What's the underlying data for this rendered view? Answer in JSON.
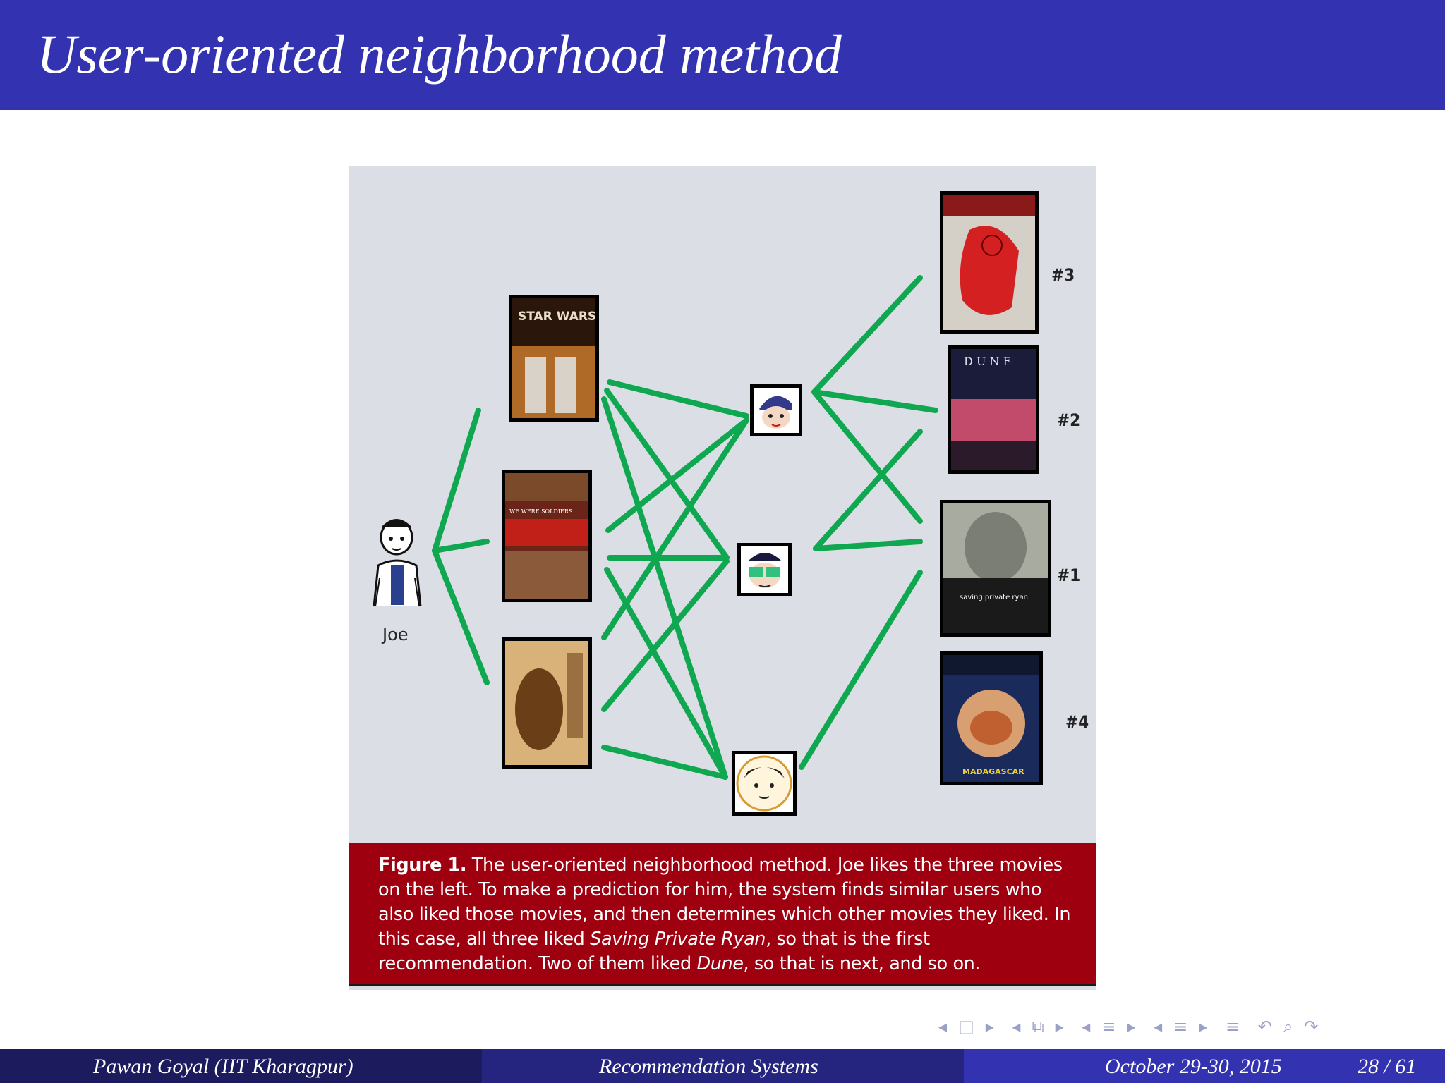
{
  "slide": {
    "title": "User-oriented neighborhood method"
  },
  "figure": {
    "user_label": "Joe",
    "ranks": [
      "#3",
      "#2",
      "#1",
      "#4"
    ],
    "caption": {
      "label": "Figure 1.",
      "part1": " The user-oriented neighborhood method. Joe likes the three movies on the left. To make a prediction for him, the system finds similar users who also liked those movies, and then determines which other movies they liked. In this case, all three liked ",
      "em1": "Saving Private Ryan",
      "part2": ", so that is the first recommendation. Two of them liked ",
      "em2": "Dune",
      "part3": ", so that is next, and so on."
    },
    "poster_texts": {
      "star_wars": "STAR WARS",
      "dune": "D U N E",
      "we_were_soldiers": "WE WERE SOLDIERS",
      "saving_private_ryan": "saving private ryan",
      "madagascar": "MADAGASCAR"
    },
    "colors": {
      "edge": "#0fa850",
      "caption_bg": "#9e0010",
      "figure_bg": "#dcdee6"
    }
  },
  "navigation": {
    "icons": [
      "nav-frame-prev",
      "nav-frame",
      "nav-frame-next",
      "nav-subsection-prev",
      "nav-subsection",
      "nav-subsection-next",
      "nav-section-prev",
      "nav-section",
      "nav-section-next",
      "nav-slide-prev",
      "nav-slide",
      "nav-slide-next",
      "nav-outline",
      "nav-undo",
      "nav-search",
      "nav-redo"
    ]
  },
  "footer": {
    "author": "Pawan Goyal  (IIT Kharagpur)",
    "talk": "Recommendation Systems",
    "date": "October 29-30, 2015",
    "page": "28 / 61"
  }
}
